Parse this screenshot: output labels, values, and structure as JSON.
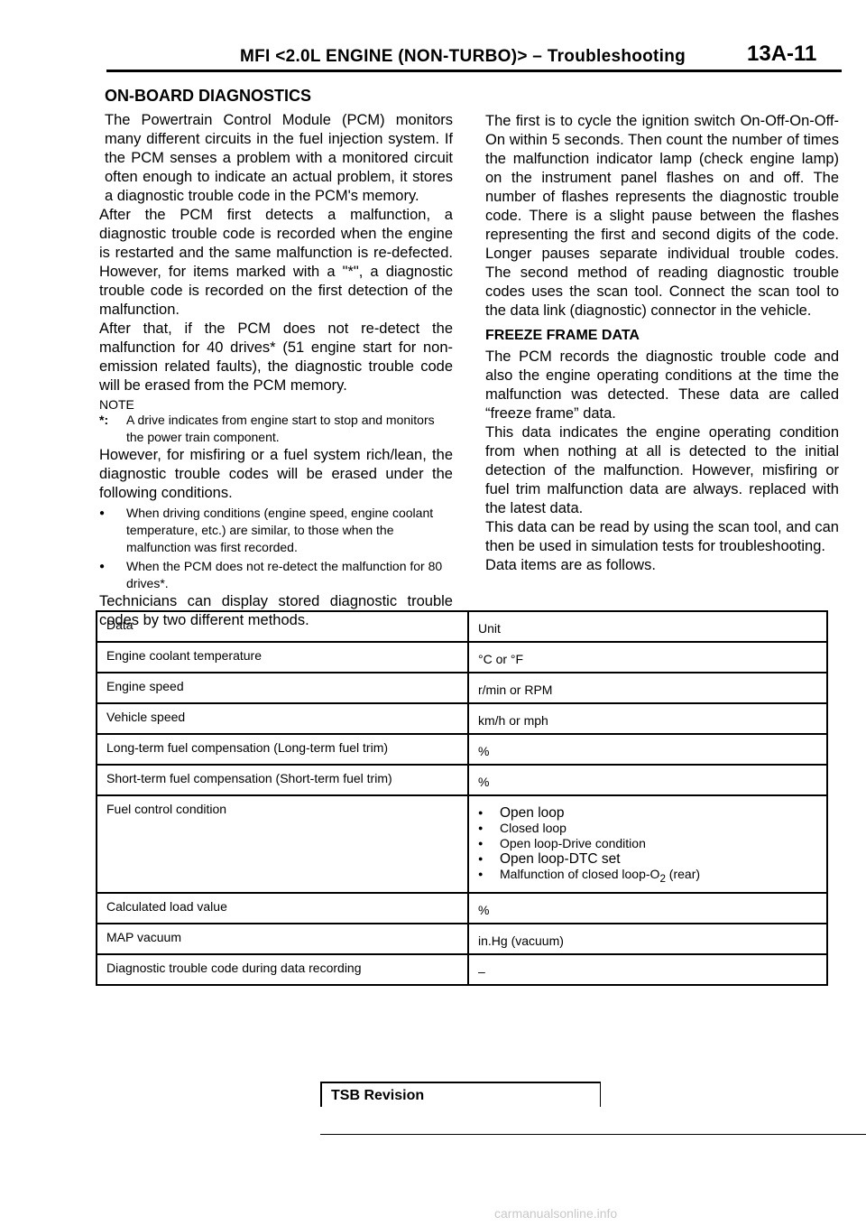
{
  "header": {
    "title": "MFI <2.0L ENGINE (NON-TURBO)> – Troubleshooting",
    "page_number": "13A-11"
  },
  "left_column": {
    "heading": "ON-BOARD DIAGNOSTICS",
    "p1": "The Powertrain Control Module (PCM) monitors many different circuits in the fuel injection system. If the PCM senses a problem with a monitored circuit often enough to indicate an actual problem, it stores a diagnostic trouble code in the PCM's memory.",
    "p2": "After the PCM first detects a malfunction, a diagnostic trouble code is recorded when the engine is restarted and the same malfunction is re-defected. However, for items marked with a \"*\", a diagnostic trouble code is recorded on the first detection of the malfunction.",
    "p3": "After that, if the PCM does not re-detect the malfunction for 40 drives* (51 engine start for non-emission related faults), the diagnostic trouble code will be erased from the PCM memory.",
    "note_label": "NOTE",
    "note_key": "*:",
    "note_text": "A drive indicates from engine start to stop and monitors the power train component.",
    "p4": "However, for misfiring or a fuel system rich/lean, the diagnostic trouble codes will be erased under the following conditions.",
    "bullets": [
      "When driving conditions (engine speed, engine coolant temperature, etc.) are similar, to those when the malfunction was first recorded.",
      "When the PCM does not re-detect the malfunction for 80 drives*."
    ],
    "p5": "Technicians can display stored diagnostic trouble codes by two different methods."
  },
  "right_column": {
    "p1": "The first is to cycle the ignition switch On-Off-On-Off-On within 5 seconds. Then count the number of times the malfunction indicator lamp (check engine lamp) on the instrument panel flashes on and off. The number of flashes represents the diagnostic trouble code. There is a slight pause between the flashes representing the first and second digits of the code. Longer pauses separate individual trouble codes. The second method of reading diagnostic trouble codes uses the scan tool. Connect the scan tool to the data link (diagnostic) connector in the vehicle.",
    "heading": "FREEZE FRAME DATA",
    "p2": "The PCM records the diagnostic trouble code and also the engine operating conditions at the time the malfunction was detected. These data are called “freeze frame” data.",
    "p3": "This data indicates the engine operating condition from when nothing at all is detected to the initial detection of the malfunction. However, misfiring or fuel trim malfunction data are always. replaced with the latest data.",
    "p4": "This data can be read by using the scan tool, and can then be used in simulation tests for troubleshooting.",
    "p5": "Data items are as follows."
  },
  "table": {
    "headers": [
      "Data",
      "Unit"
    ],
    "rows": [
      {
        "data": "Engine coolant temperature",
        "unit": "°C or °F"
      },
      {
        "data": "Engine speed",
        "unit": "r/min or RPM"
      },
      {
        "data": "Vehicle speed",
        "unit": "km/h or mph"
      },
      {
        "data": "Long-term fuel compensation (Long-term fuel trim)",
        "unit": "%"
      },
      {
        "data": "Short-term fuel compensation (Short-term fuel trim)",
        "unit": "%"
      }
    ],
    "fuel_control": {
      "data": "Fuel control condition",
      "options": [
        "Open loop",
        "Closed loop",
        "Open loop-Drive condition",
        "Open loop-DTC set"
      ],
      "last_option_prefix": "Malfunction of closed loop-O",
      "last_option_sub": "2",
      "last_option_suffix": " (rear)"
    },
    "rows_after": [
      {
        "data": "Calculated load value",
        "unit": "%"
      },
      {
        "data": "MAP vacuum",
        "unit": "in.Hg (vacuum)"
      },
      {
        "data": "Diagnostic trouble code during data recording",
        "unit": "–"
      }
    ]
  },
  "footer": {
    "label": "TSB Revision"
  },
  "watermark": "carmanualsonline.info"
}
